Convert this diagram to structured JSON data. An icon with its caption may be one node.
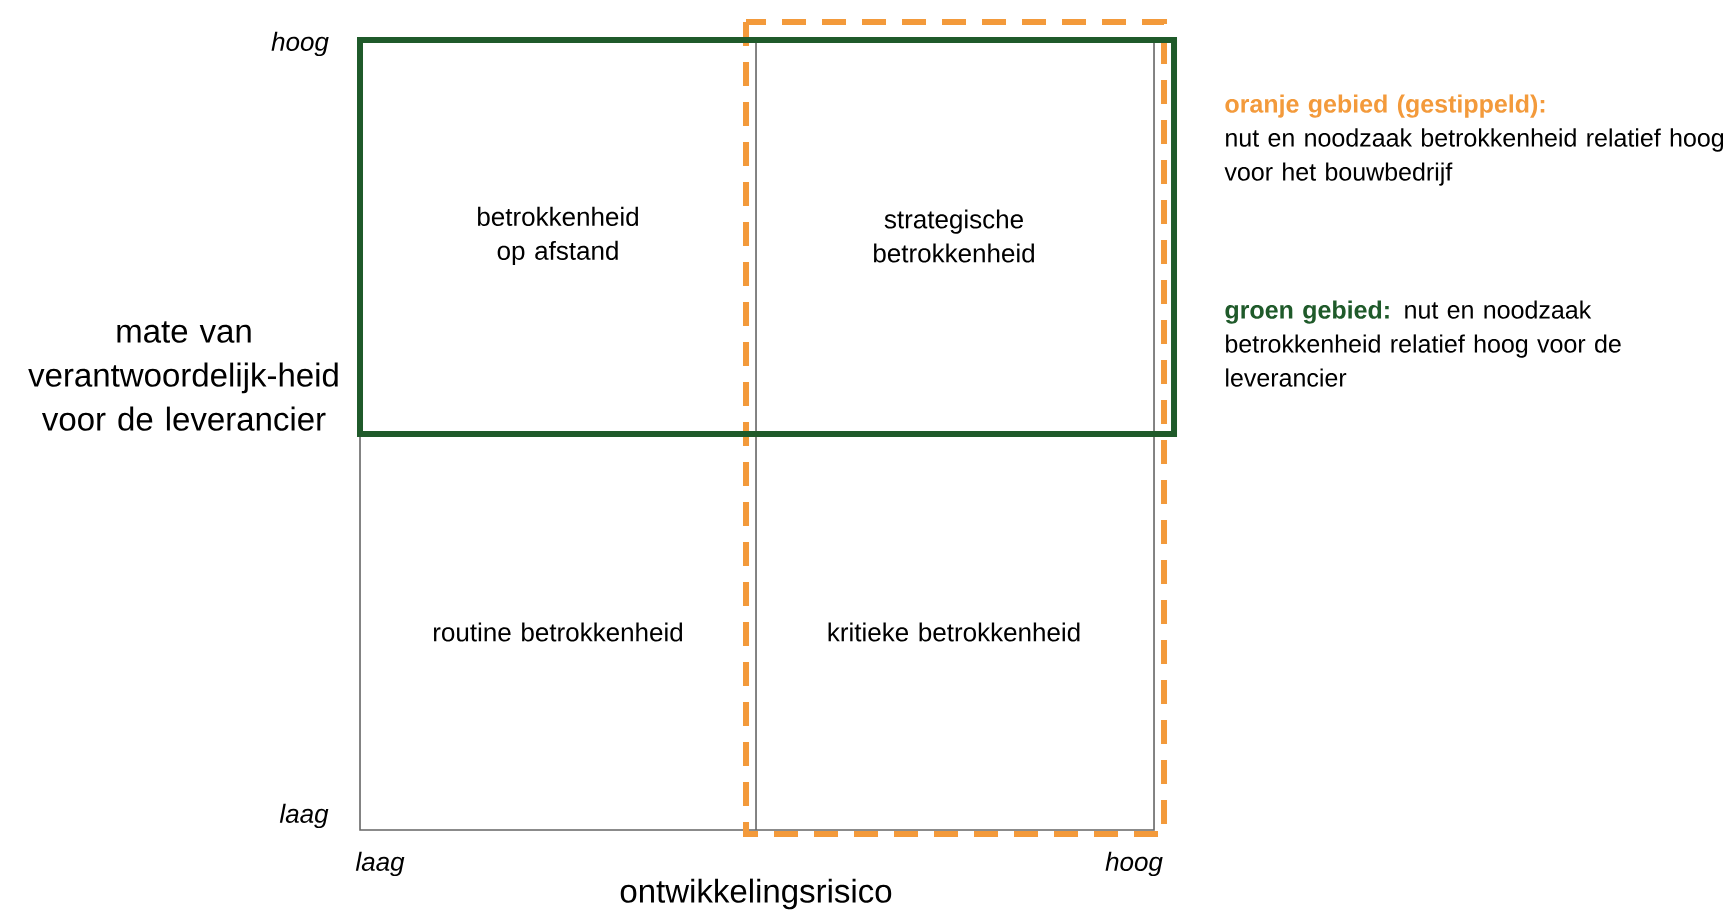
{
  "diagram": {
    "nodes": [
      {
        "text": [
          "betrokkenheid op afstand"
        ]
      },
      {
        "text": [
          "strategische betrokkenheid"
        ]
      },
      {
        "text": [
          "routine betrokkenheid"
        ]
      },
      {
        "text": [
          "kritieke betrokkenheid"
        ]
      }
    ],
    "labels": [
      "hoog",
      "mate van verantwoordelijk-heid voor de leverancier",
      "laag",
      "laag",
      "ontwikkelingsrisico",
      "hoog",
      "oranje gebied (gestippeld):",
      "nut en noodzaak betrokkenheid relatief hoog voor het bouwbedrijf",
      "groen gebied:",
      "nut en noodzaak betrokkenheid relatief hoog voor de leverancier"
    ]
  }
}
